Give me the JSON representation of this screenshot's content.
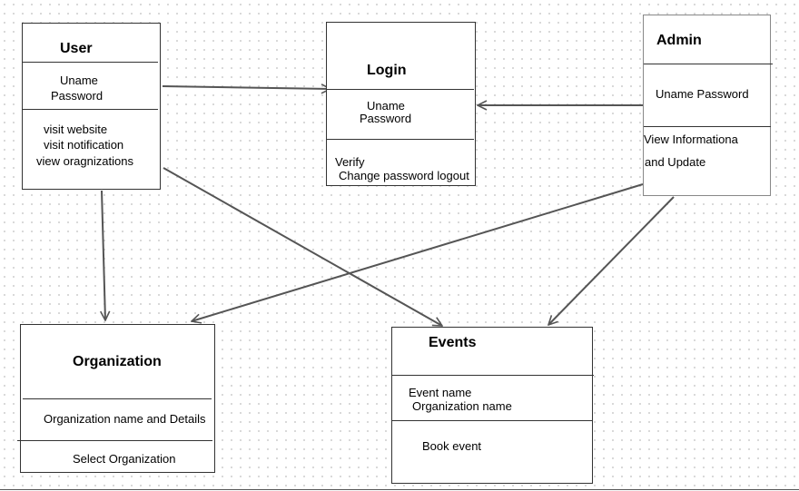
{
  "classes": {
    "user": {
      "name": "User",
      "attributes": [
        "Uname",
        "Password"
      ],
      "methods": [
        "visit website",
        "visit notification",
        "view oragnizations"
      ]
    },
    "login": {
      "name": "Login",
      "attributes": [
        "Uname",
        "Password"
      ],
      "methods": [
        "Verify",
        "Change password logout"
      ]
    },
    "admin": {
      "name": "Admin",
      "attributes": [
        "Uname Password"
      ],
      "methods": [
        "View Informationa",
        "and Update"
      ]
    },
    "organization": {
      "name": "Organization",
      "attributes": [
        "Organization name and Details"
      ],
      "methods": [
        "Select Organization"
      ]
    },
    "events": {
      "name": "Events",
      "attributes": [
        "Event name",
        "Organization name"
      ],
      "methods": [
        "Book event"
      ]
    }
  },
  "relations": [
    {
      "from": "User",
      "to": "Login"
    },
    {
      "from": "Admin",
      "to": "Login"
    },
    {
      "from": "User",
      "to": "Organization"
    },
    {
      "from": "User",
      "to": "Events"
    },
    {
      "from": "Admin",
      "to": "Organization"
    },
    {
      "from": "Admin",
      "to": "Events"
    }
  ],
  "colors": {
    "line": "#555555",
    "border": "#333333",
    "grid": "#d6d6d6"
  }
}
